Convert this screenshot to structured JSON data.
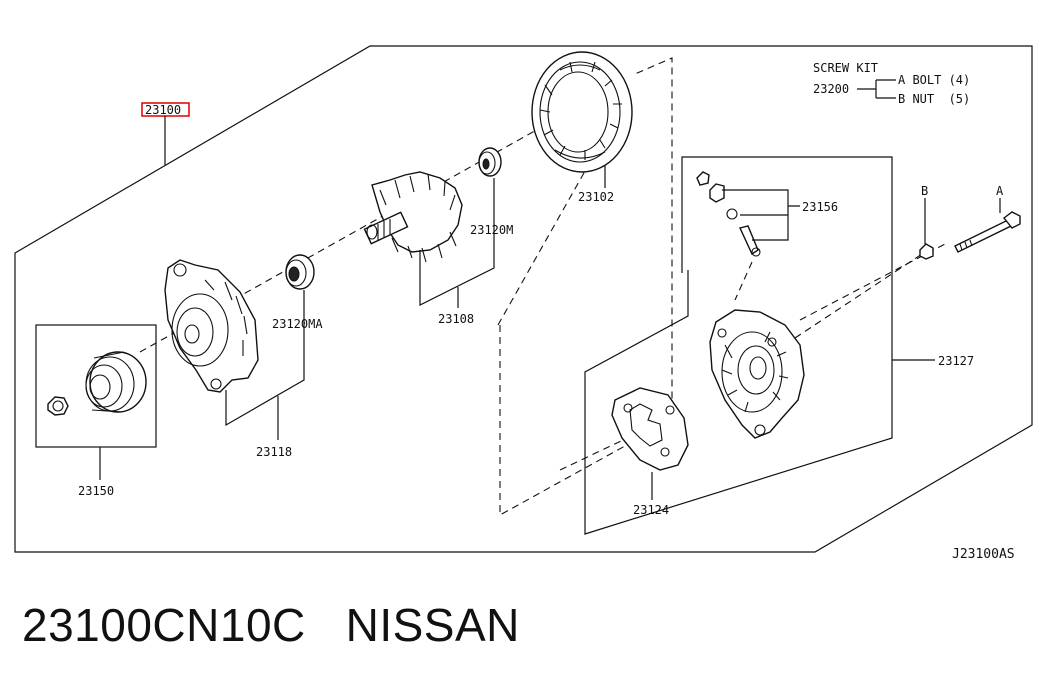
{
  "diagram": {
    "labels": {
      "p23100": "23100",
      "p23102": "23102",
      "p23120M": "23120M",
      "p23108": "23108",
      "p23120MA": "23120MA",
      "p23118": "23118",
      "p23150": "23150",
      "p23156": "23156",
      "p23127": "23127",
      "p23124": "23124",
      "markerA": "A",
      "markerB": "B",
      "code": "J23100AS"
    },
    "screw_kit": {
      "title": "SCREW KIT",
      "number": "23200",
      "item_a": "A BOLT (4)",
      "item_b": "B NUT  (5)"
    },
    "highlight_color": "#e01010"
  },
  "caption": {
    "part_number": "23100CN10C",
    "brand": "NISSAN"
  }
}
